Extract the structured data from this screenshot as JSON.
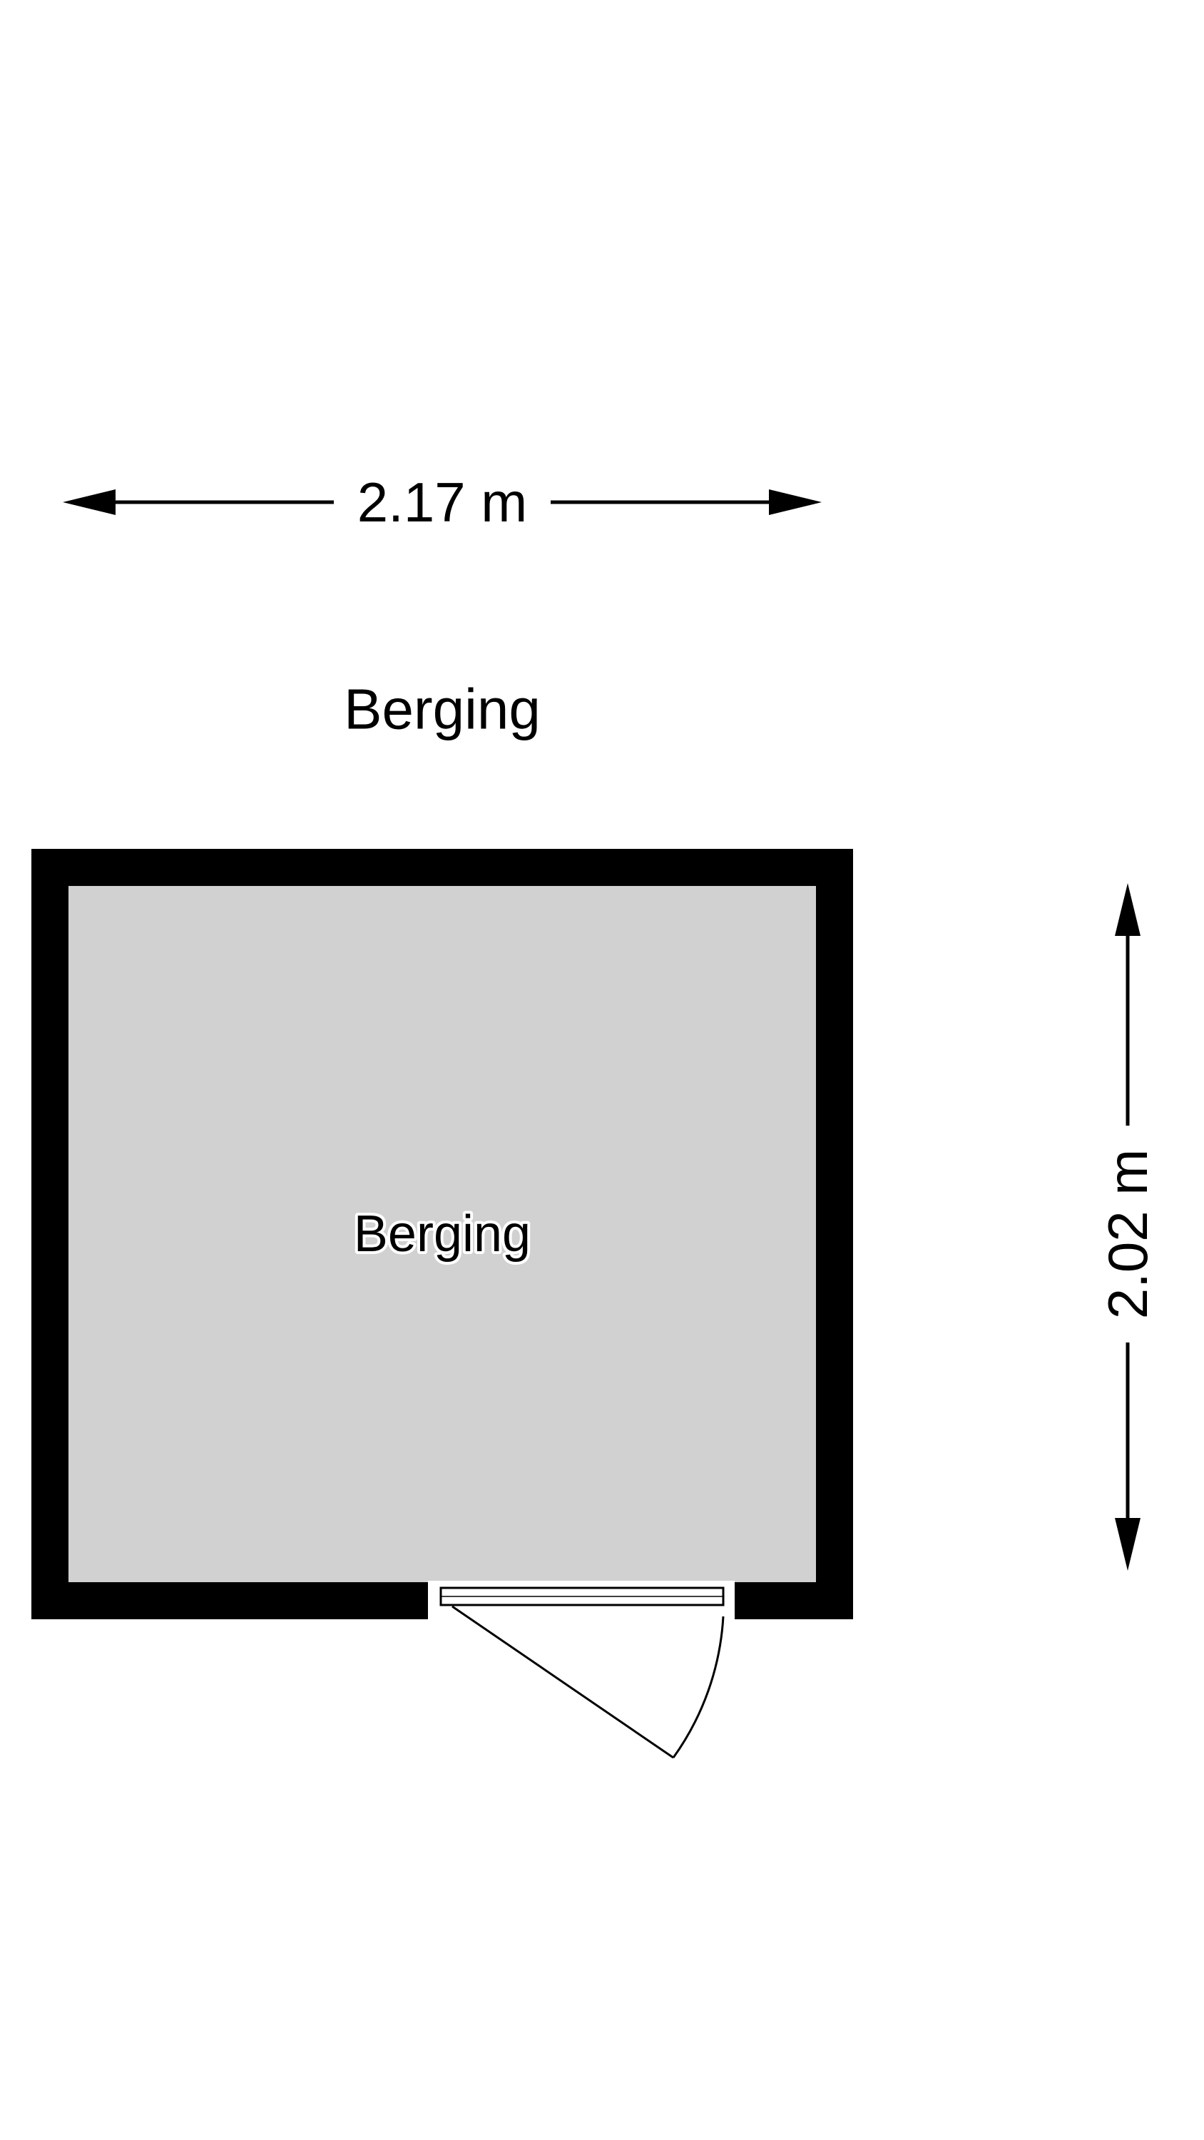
{
  "page": {
    "background_color": "#ffffff"
  },
  "floorplan": {
    "title": "Berging",
    "room": {
      "label": "Berging",
      "floor_color": "#d1d1d1",
      "wall_color": "#000000"
    },
    "dimensions": {
      "width": {
        "label": "2.17 m",
        "position": "top"
      },
      "height": {
        "label": "2.02 m",
        "position": "right"
      }
    },
    "door": {
      "type": "single-swing",
      "wall": "bottom"
    },
    "icons": {
      "dimension_arrow_left": "triangle-left",
      "dimension_arrow_right": "triangle-right",
      "dimension_arrow_up": "triangle-up",
      "dimension_arrow_down": "triangle-down"
    }
  }
}
